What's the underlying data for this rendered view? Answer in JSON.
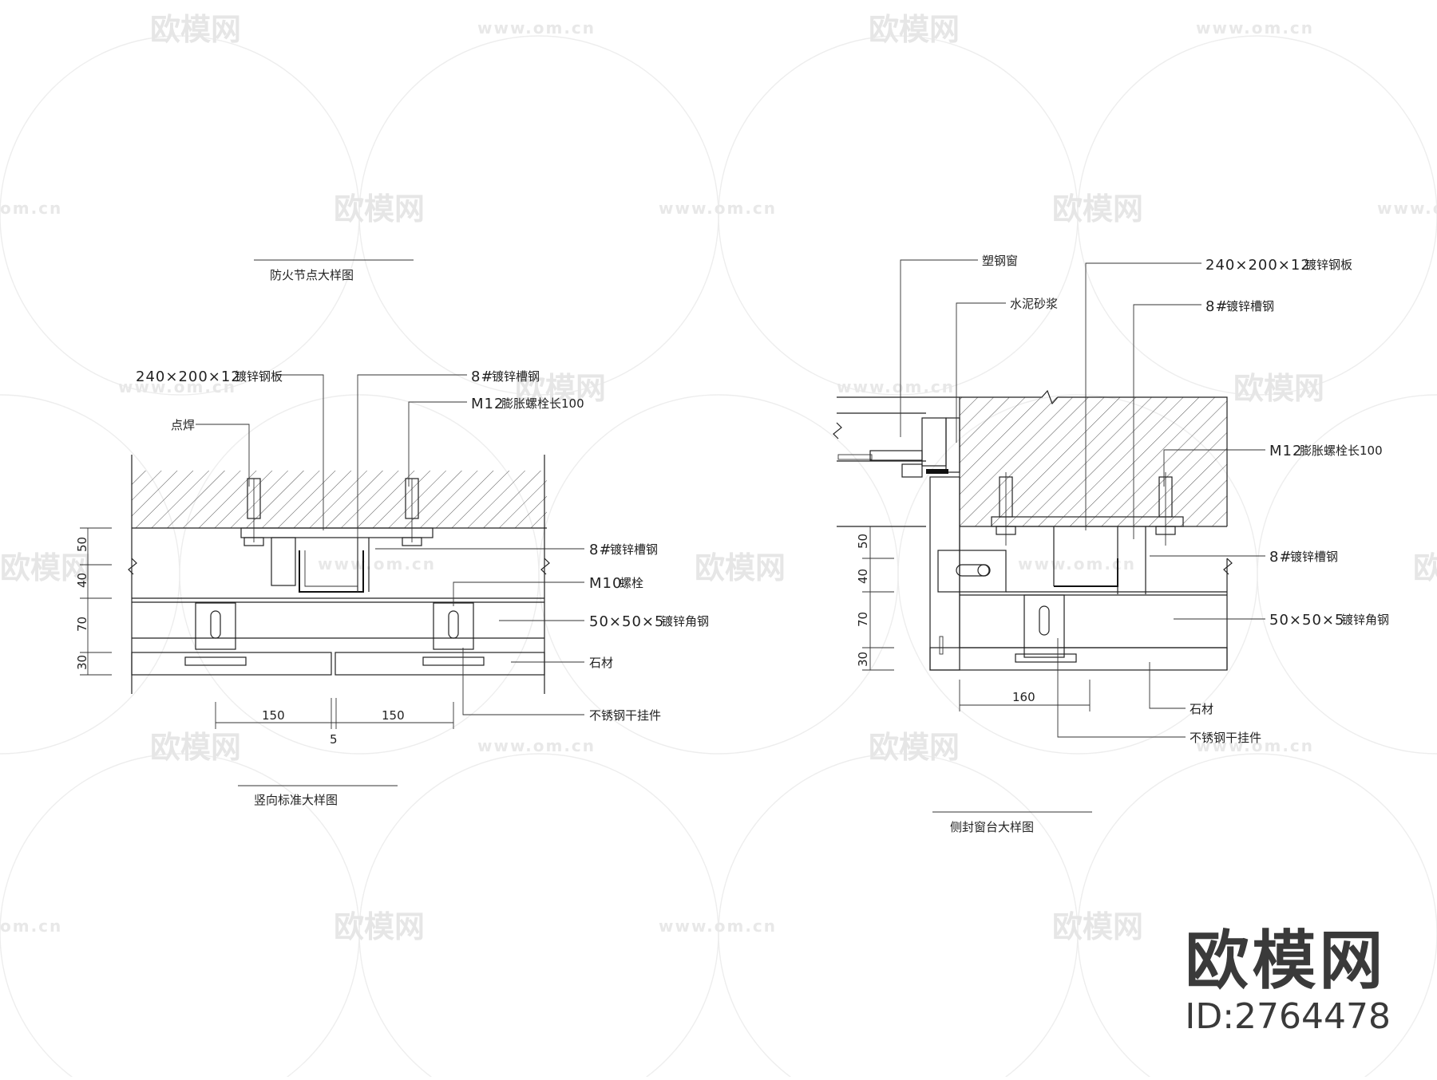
{
  "watermark": {
    "brand": "欧模网",
    "url": "www.om.cn",
    "url_partial": "om.cn",
    "id_label": "ID:2764478"
  },
  "drawing_1": {
    "title": "防火节点大样图"
  },
  "drawing_2": {
    "title": "竖向标准大样图",
    "labels": {
      "plate": "240×200×12",
      "plate_desc": "镀锌钢板",
      "weld": "点焊",
      "channel_top": "8#",
      "channel_top_desc": "镀锌槽钢",
      "bolt": "M12",
      "bolt_desc": "膨胀螺栓长100",
      "channel_side": "8#",
      "channel_side_desc": "镀锌槽钢",
      "m10": "M10",
      "m10_desc": "螺栓",
      "angle": "50×50×5",
      "angle_desc": "镀锌角钢",
      "stone": "石材",
      "hanger": "不锈钢干挂件"
    },
    "dims_vertical": [
      "50",
      "40",
      "70",
      "30"
    ],
    "dims_horizontal": [
      "150",
      "150",
      "5"
    ]
  },
  "drawing_3": {
    "title": "侧封窗台大样图",
    "labels": {
      "window": "塑钢窗",
      "mortar": "水泥砂浆",
      "plate": "240×200×12",
      "plate_desc": "镀锌钢板",
      "channel_top": "8#",
      "channel_top_desc": "镀锌槽钢",
      "bolt": "M12",
      "bolt_desc": "膨胀螺栓长100",
      "channel_side": "8#",
      "channel_side_desc": "镀锌槽钢",
      "angle": "50×50×5",
      "angle_desc": "镀锌角钢",
      "stone": "石材",
      "hanger": "不锈钢干挂件"
    },
    "dims_vertical": [
      "50",
      "40",
      "70",
      "30"
    ],
    "dims_horizontal": [
      "160"
    ]
  }
}
